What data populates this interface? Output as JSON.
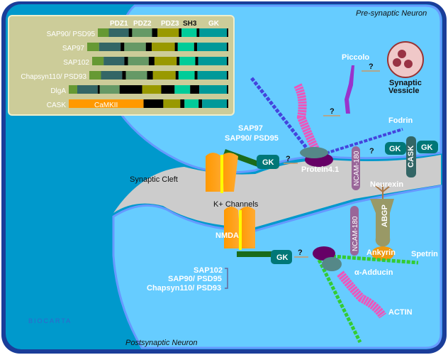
{
  "regions": {
    "presynaptic": "Pre-synaptic Neuron",
    "postsynaptic": "Postsynaptic Neuron",
    "cleft": "Synaptic Cleft"
  },
  "legend": {
    "domain_headers": [
      "PDZ1",
      "PDZ2",
      "PDZ3",
      "SH3",
      "GK"
    ],
    "proteins": [
      {
        "name": "SAP90/ PSD95",
        "segments": [
          "lgreen",
          "dteal",
          "black",
          "mgreen",
          "black",
          "olive",
          "black",
          "aqua",
          "black",
          "teal",
          "black"
        ]
      },
      {
        "name": "SAP97",
        "segments": [
          "lgreen",
          "dteal",
          "black",
          "mgreen",
          "black",
          "olive",
          "black",
          "aqua",
          "black",
          "teal",
          "black"
        ]
      },
      {
        "name": "SAP102",
        "segments": [
          "lgreen",
          "dteal",
          "black",
          "mgreen",
          "black",
          "olive",
          "black",
          "aqua",
          "black",
          "teal",
          "black"
        ]
      },
      {
        "name": "Chapsyn110/ PSD93",
        "segments": [
          "lgreen",
          "dteal",
          "black",
          "mgreen",
          "black",
          "olive",
          "black",
          "aqua",
          "black",
          "teal",
          "black"
        ]
      },
      {
        "name": "DlgA",
        "segments": [
          "lgreen",
          "dteal",
          "black",
          "mgreen",
          "black",
          "olive",
          "black",
          "aqua",
          "black",
          "teal",
          "black"
        ]
      },
      {
        "name": "CASK",
        "segments": [
          "orange",
          "black",
          "olive",
          "black",
          "aqua",
          "black",
          "teal",
          "black"
        ]
      }
    ],
    "cask_domain_label": "CaMKII",
    "colors": {
      "lgreen": "#669933",
      "dteal": "#336666",
      "mgreen": "#669966",
      "olive": "#999900",
      "aqua": "#00cc99",
      "teal": "#009999",
      "orange": "#ff9900",
      "black": "#000000"
    }
  },
  "labels": {
    "piccolo": "Piccolo",
    "synaptic_vessicle_1": "Synaptic",
    "synaptic_vessicle_2": "Vessicle",
    "sap97": "SAP97",
    "sap90_psd95": "SAP90/ PSD95",
    "gk": "GK",
    "protein41": "Protein4.1",
    "fodrin": "Fodrin",
    "cask": "CASK",
    "k_channels": "K+ Channels",
    "ncam180": "NCAM-180",
    "neurexin": "Neurexin",
    "abgp": "ABGP",
    "nmda": "NMDA",
    "ankyrin": "Ankyrin",
    "spetrin": "Spetrin",
    "adducin": "α-Adducin",
    "actin": "ACTIN",
    "post_list": [
      "SAP102",
      "SAP90/ PSD95",
      "Chapsyn110/ PSD93"
    ],
    "question": "?",
    "logo": "BIOCARTA"
  },
  "colors": {
    "frame": "#1a3d99",
    "outer_bg": "#0099cc",
    "cell_bg": "#66ccff",
    "membrane": "#6699ff",
    "cleft": "#cccccc",
    "legend_bg": "#cccc99"
  }
}
